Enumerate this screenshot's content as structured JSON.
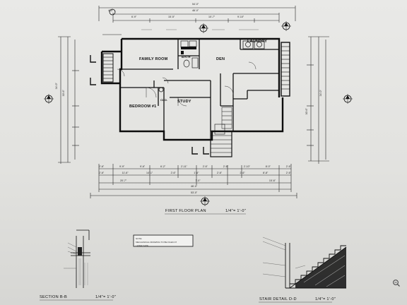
{
  "plan": {
    "title": "FIRST FLOOR PLAN",
    "scale": "1/4\"= 1'-0\"",
    "rooms": {
      "family_room": "FAMILY ROOM",
      "den": "DEN",
      "laundry": "LAUNDRY",
      "bath": "BATH",
      "bedroom": "BEDROOM #1",
      "study": "STUDY",
      "clo": "CLO."
    },
    "top_dims": {
      "overall": "54'-0\"",
      "upper": "46'-0\"",
      "seg1": "6'-9\"",
      "seg2": "15'-5\"",
      "seg3": "10'-7\"",
      "seg4": "9'-10\"",
      "small_left": "4'-0\""
    },
    "bottom_dims": {
      "row1": [
        "2'-6\"",
        "9'-9\"",
        "9'-6\"",
        "6'-2\"",
        "2'-11\"",
        "2'-6\"",
        "2'-6\"",
        "2'-10\"",
        "8'-0\"",
        "2'-6\""
      ],
      "row2": [
        "2'-6\"",
        "11'-6\"",
        "14'-1\"",
        "2'-6\"",
        "1'-6\"",
        "2'-6\"",
        "2'-6\"",
        "8'-8\"",
        "2'-6\""
      ],
      "row3": [
        "20'-7\"",
        "7'-0\"",
        "15'-6\""
      ],
      "row4": [
        "46'-0\""
      ],
      "row5": [
        "53'-0\""
      ]
    },
    "side_dims": {
      "left_a": "34'-0\"",
      "left_b": "30'-6\"",
      "right_a": "34'-0\"",
      "right_b": "30'-6\""
    },
    "note": {
      "line1": "NOTE:",
      "line2": "MECHANICAL DRAWING TO BE FILED AT",
      "line3": "LATER DATE."
    }
  },
  "section": {
    "title": "SECTION B-B",
    "scale": "1/4\"= 1'-0\""
  },
  "stair": {
    "title": "STAIR DETAIL D-D",
    "scale": "1/4\"= 1'-0\""
  },
  "viewer": {
    "zoom_icon": "magnifier-icon"
  }
}
